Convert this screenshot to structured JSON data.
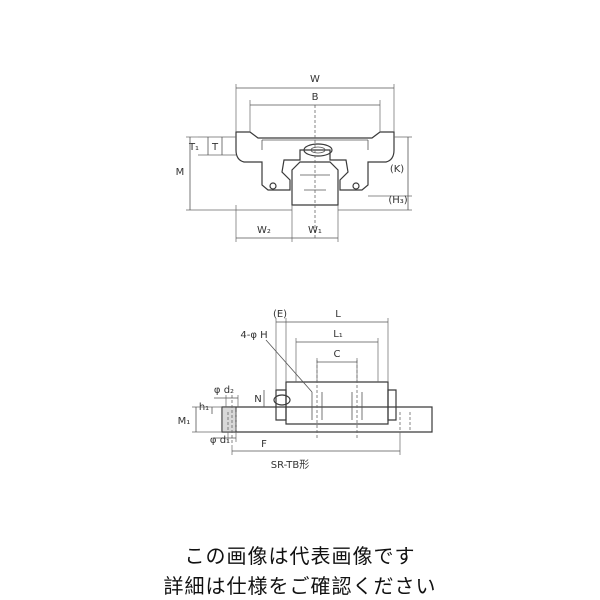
{
  "front_view": {
    "labels": {
      "W": "W",
      "B": "B",
      "T1": "T₁",
      "T": "T",
      "M": "M",
      "K": "(K)",
      "H3": "(H₃)",
      "W2": "W₂",
      "W1": "W₁"
    }
  },
  "side_view": {
    "labels": {
      "E": "(E)",
      "L": "L",
      "L1": "L₁",
      "H": "4-φ H",
      "C": "C",
      "N": "N",
      "d2": "φ d₂",
      "h1": "h₁",
      "M1": "M₁",
      "d1": "φ d₁",
      "F": "F"
    },
    "model": "SR-TB形"
  },
  "caption": {
    "line1": "この画像は代表画像です",
    "line2": "詳細は仕様をご確認ください"
  }
}
